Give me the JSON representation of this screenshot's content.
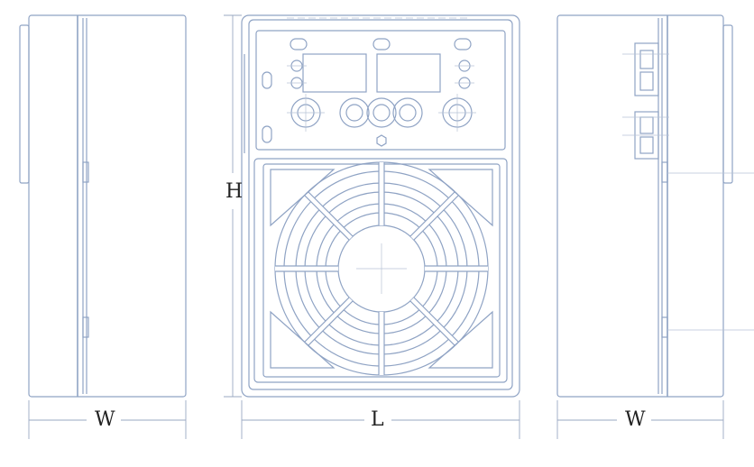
{
  "labels": {
    "height": "H",
    "width_left": "W",
    "length": "L",
    "width_right": "W"
  },
  "colors": {
    "outline": "#8fa3c4",
    "dimension": "#9aa9c2",
    "text": "#222222"
  }
}
